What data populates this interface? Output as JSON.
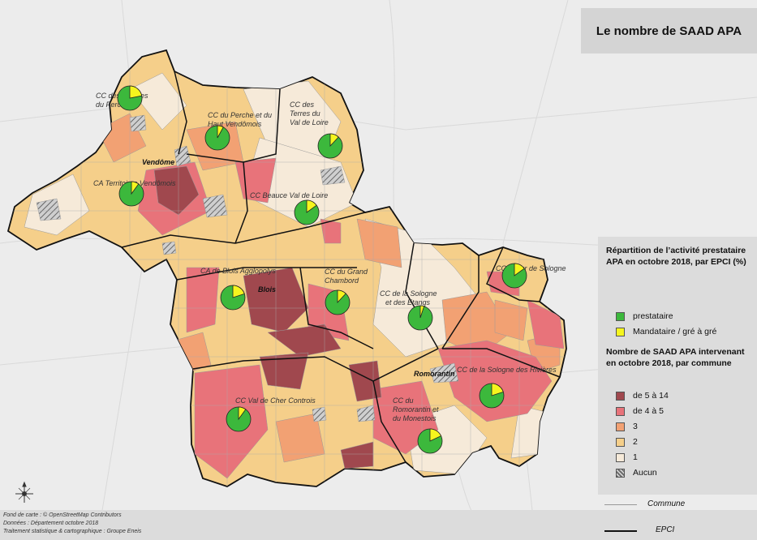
{
  "title": "Le nombre de SAAD APA",
  "legend": {
    "pie_title": "Répartition de l’activité prestataire APA en octobre 2018, par EPCI (%)",
    "pie_items": [
      {
        "label": "prestataire",
        "color": "#3cb83c"
      },
      {
        "label": "Mandataire / gré à gré",
        "color": "#f5f51e"
      }
    ],
    "choro_title": "Nombre de SAAD APA intervenant en octobre 2018, par commune",
    "classes": [
      {
        "label": "de 5 à 14",
        "color": "#a0484e"
      },
      {
        "label": "de 4 à 5",
        "color": "#e8737a"
      },
      {
        "label": "3",
        "color": "#f2a173"
      },
      {
        "label": "2",
        "color": "#f5cf8a"
      },
      {
        "label": "1",
        "color": "#f6ead9"
      },
      {
        "label": "Aucun",
        "color": "hatched"
      }
    ],
    "commune_label": "Commune",
    "epci_label": "EPCI"
  },
  "sources": {
    "line1": "Fond de carte : © OpenStreetMap Contributors",
    "line2": "Données : Département octobre 2018",
    "line3": "Traitement statistique & cartographique : Groupe Eneis"
  },
  "cities": [
    {
      "name": "Vendôme"
    },
    {
      "name": "Blois"
    },
    {
      "name": "Romorantin"
    }
  ],
  "epci": [
    {
      "name": "CC des Collines du Perche",
      "prestataire_pct": 78,
      "mandataire_pct": 22
    },
    {
      "name": "CC du Perche et du Haut Vendômois",
      "prestataire_pct": 92,
      "mandataire_pct": 8
    },
    {
      "name": "CC des Terres du Val de Loire",
      "prestataire_pct": 88,
      "mandataire_pct": 12
    },
    {
      "name": "CA Territoires Vendômois",
      "prestataire_pct": 90,
      "mandataire_pct": 10
    },
    {
      "name": "CC Beauce Val de Loire",
      "prestataire_pct": 85,
      "mandataire_pct": 15
    },
    {
      "name": "CA de Blois Agglopolys",
      "prestataire_pct": 80,
      "mandataire_pct": 20
    },
    {
      "name": "CC du Grand Chambord",
      "prestataire_pct": 88,
      "mandataire_pct": 12
    },
    {
      "name": "CC de la Sologne et des Etangs",
      "prestataire_pct": 95,
      "mandataire_pct": 5
    },
    {
      "name": "CC Cœur de Sologne",
      "prestataire_pct": 85,
      "mandataire_pct": 15
    },
    {
      "name": "CC de la Sologne des Rivières",
      "prestataire_pct": 80,
      "mandataire_pct": 20
    },
    {
      "name": "CC Val de Cher Controis",
      "prestataire_pct": 90,
      "mandataire_pct": 10
    },
    {
      "name": "CC du Romorantin et du Monestois",
      "prestataire_pct": 82,
      "mandataire_pct": 18
    }
  ]
}
